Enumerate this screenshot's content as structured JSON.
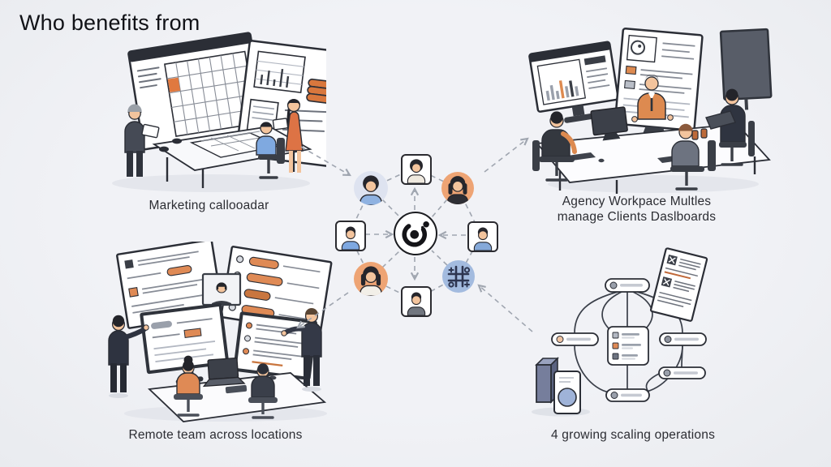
{
  "page": {
    "title": "Who benefits from"
  },
  "quadrants": {
    "top_left": {
      "label": "Marketing callooadar",
      "scene": "marketing-calendar-workspace"
    },
    "top_right": {
      "label_line1": "Agency Workpace Multles",
      "label_line2": "manage Clients Daslboards",
      "scene": "agency-client-dashboards-meeting"
    },
    "bottom_left": {
      "label": "Remote team across locations",
      "scene": "remote-team-video-monitors"
    },
    "bottom_right": {
      "label": "4 growing scaling operations",
      "scene": "scaling-operations-flowchart"
    }
  },
  "hub": {
    "center_logo": "shutter-target-logo",
    "nodes": [
      {
        "id": "user-top",
        "shape": "square",
        "persona": "woman-bob",
        "bg": "#ffffff",
        "shirt": "#efe9df"
      },
      {
        "id": "user-top-right",
        "shape": "circle",
        "persona": "woman-long",
        "bg": "#eea474",
        "shirt": "#2e2e34"
      },
      {
        "id": "user-right",
        "shape": "square",
        "persona": "man",
        "bg": "#ffffff",
        "shirt": "#85a9d9"
      },
      {
        "id": "tool-grid-game",
        "shape": "circle",
        "persona": "grid-icon",
        "bg": "#a3bbdf"
      },
      {
        "id": "user-bottom",
        "shape": "square",
        "persona": "man",
        "bg": "#ffffff",
        "shirt": "#71767f"
      },
      {
        "id": "user-bottom-left",
        "shape": "circle",
        "persona": "woman-long",
        "bg": "#eea474",
        "shirt": "#f2efe8"
      },
      {
        "id": "user-left",
        "shape": "square",
        "persona": "man",
        "bg": "#ffffff",
        "shirt": "#7ea8e0"
      },
      {
        "id": "user-top-left",
        "shape": "circle",
        "persona": "woman-bob",
        "bg": "#dee3f0",
        "shirt": "#8fb2e1"
      }
    ]
  },
  "colors": {
    "background": "#eef0f4",
    "outline": "#2b2e36",
    "dashed_line": "#a0a6b0",
    "accent_orange": "#e0864f",
    "accent_blue": "#a3bbdf",
    "accent_lavender": "#dee3f0",
    "skin": "#f3c49d",
    "ink": "#17181c",
    "label_text": "#2c2d33"
  }
}
